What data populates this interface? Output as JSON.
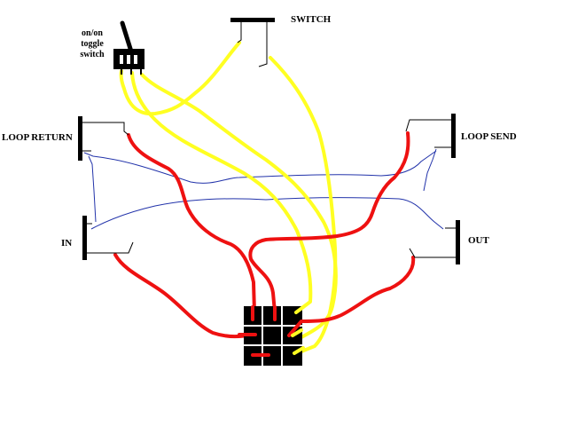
{
  "labels": {
    "toggle_line1": "on/on",
    "toggle_line2": "toggle",
    "toggle_line3": "switch",
    "switch": "SWITCH",
    "loop_return": "LOOP RETURN",
    "loop_send": "LOOP SEND",
    "in": "IN",
    "out": "OUT"
  },
  "colors": {
    "red_wire": "#ee1111",
    "yellow_wire": "#ffff22",
    "blue_wire": "#2233aa",
    "component": "#000000",
    "background": "#ffffff"
  }
}
